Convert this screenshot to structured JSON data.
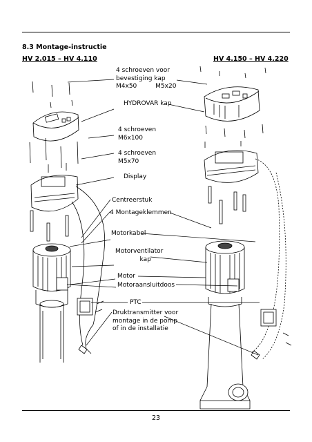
{
  "section": {
    "title": "8.3   Montage-instructie"
  },
  "headers": {
    "left": "HV 2.015 – HV 4.110",
    "right": "HV 4.150 – HV 4.220"
  },
  "labels": {
    "screws_cover_l1": "4 schroeven voor",
    "screws_cover_l2": "bevestiging kap",
    "screws_cover_l3a": "M4x50",
    "screws_cover_l3b": "M5x20",
    "hydrovar_cover": "HYDROVAR kap",
    "screws_m6_l1": "4 schroeven",
    "screws_m6_l2": "M6x100",
    "screws_m5_l1": "4 schroeven",
    "screws_m5_l2": "M5x70",
    "display": "Display",
    "centering_piece": "Centreerstuk",
    "mounting_clamps": "4 Montageklemmen",
    "motor_cable": "Motorkabel",
    "fan_cover_l1": "Motorventilator",
    "fan_cover_l2": "kap",
    "motor": "Motor",
    "terminal_box": "Motoraansluitdoos",
    "ptc": "PTC",
    "transmitter_l1": "Druktransmitter voor",
    "transmitter_l2": "montage in de pomp",
    "transmitter_l3": "of in de installatie"
  },
  "page_number": "23"
}
